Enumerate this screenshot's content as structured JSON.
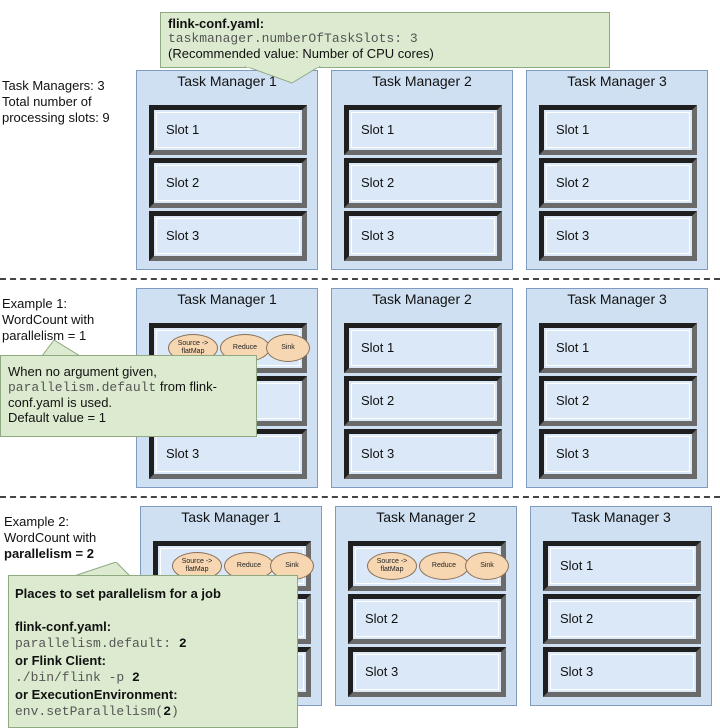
{
  "config_note": {
    "title": "flink-conf.yaml:",
    "code": "taskmanager.numberOfTaskSlots: 3",
    "recommend": "(Recommended value: Number of CPU cores)"
  },
  "section1": {
    "label_lines": [
      "Task Managers: 3",
      "Total number of",
      "processing slots: 9"
    ]
  },
  "section2": {
    "label_lines": [
      "Example 1:",
      "WordCount with",
      "parallelism = 1"
    ],
    "note": {
      "line1": "When no argument given,",
      "code": "parallelism.default",
      "line2_rest": " from flink-",
      "line3": "conf.yaml is used.",
      "line4": "Default value = 1"
    }
  },
  "section3": {
    "label_lines": [
      "Example 2:",
      "WordCount with",
      "parallelism = 2"
    ],
    "note": {
      "title": "Places to set parallelism for a job",
      "h1": "flink-conf.yaml:",
      "c1": "parallelism.default: ",
      "c1v": "2",
      "h2": "or Flink Client:",
      "c2": "./bin/flink -p ",
      "c2v": "2",
      "h3": "or ExecutionEnvironment:",
      "c3": "env.setParallelism(",
      "c3v": "2",
      "c3end": ")"
    }
  },
  "tm_titles": [
    "Task Manager 1",
    "Task Manager 2",
    "Task Manager 3"
  ],
  "slots": [
    "Slot 1",
    "Slot 2",
    "Slot 3"
  ],
  "operators": [
    "Source -> flatMap",
    "Reduce",
    "Sink"
  ]
}
